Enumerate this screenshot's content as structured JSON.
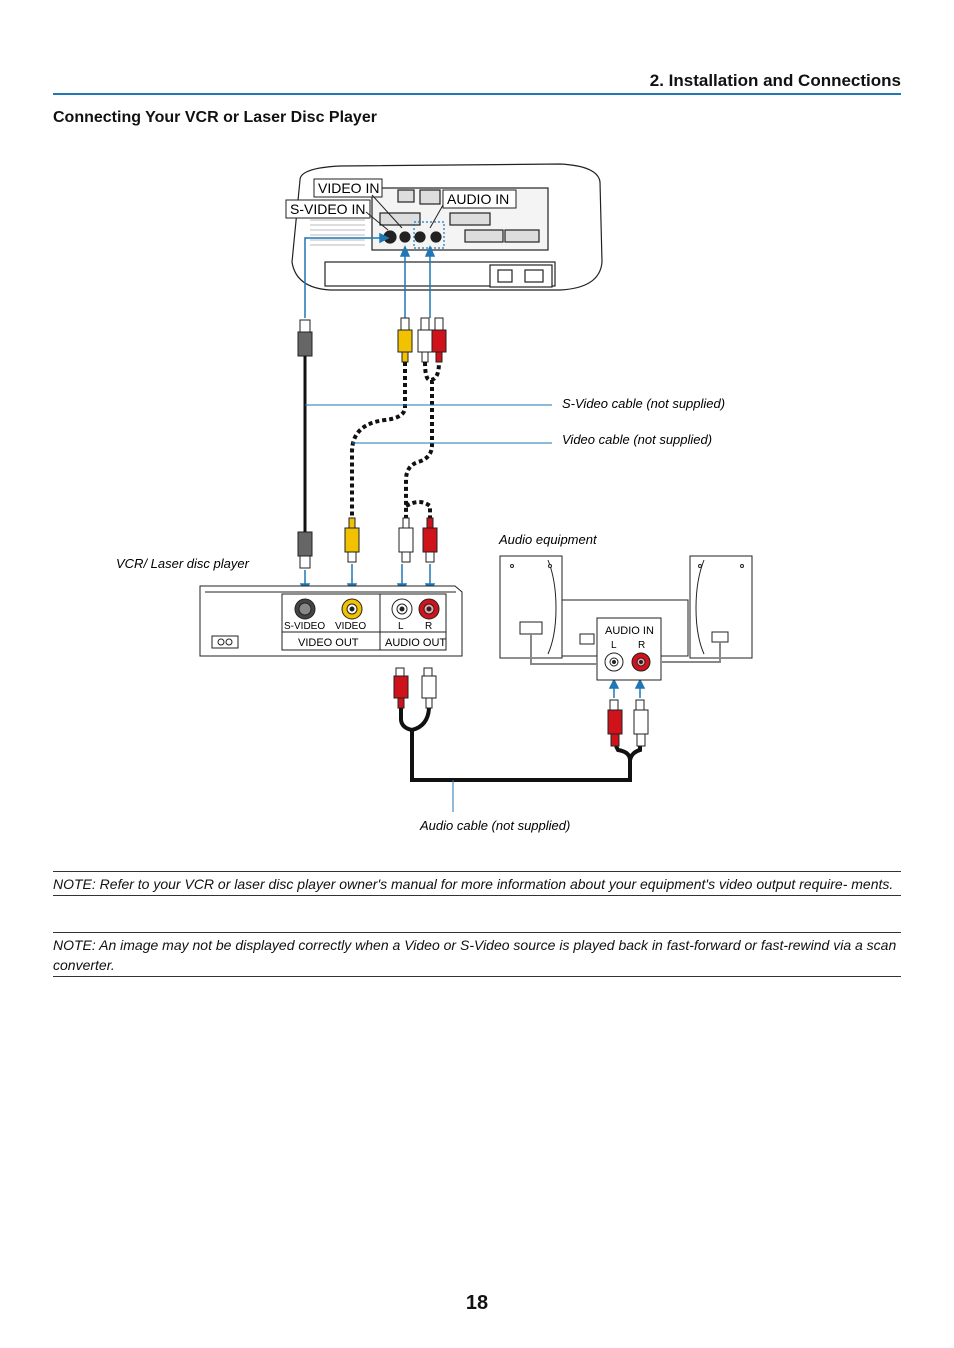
{
  "header": {
    "section_title": "2. Installation and Connections"
  },
  "page": {
    "heading": "Connecting Your VCR or Laser Disc Player",
    "number": "18"
  },
  "diagram": {
    "projector_labels": {
      "video_in": "VIDEO IN",
      "svideo_in": "S-VIDEO IN",
      "audio_in": "AUDIO IN"
    },
    "callouts": {
      "svideo_cable": "S-Video cable (not supplied)",
      "video_cable": "Video cable (not supplied)",
      "audio_cable": "Audio cable (not supplied)",
      "vcr": "VCR/ Laser disc player",
      "audio_equipment": "Audio equipment"
    },
    "vcr_panel": {
      "svideo": "S-VIDEO",
      "video": "VIDEO",
      "video_out": "VIDEO OUT",
      "l": "L",
      "r": "R",
      "audio_out": "AUDIO OUT"
    },
    "audio_panel": {
      "audio_in": "AUDIO IN",
      "l": "L",
      "r": "R"
    },
    "colors": {
      "accent": "#1f77b4",
      "yellow": "#f2c200",
      "red": "#d0121b"
    }
  },
  "notes": [
    "NOTE: Refer to your VCR or laser disc player owner's manual for more information about your equipment's video output require- ments.",
    "NOTE: An image may not be displayed correctly when a Video or S-Video source is played back in fast-forward or fast-rewind via a scan converter."
  ]
}
